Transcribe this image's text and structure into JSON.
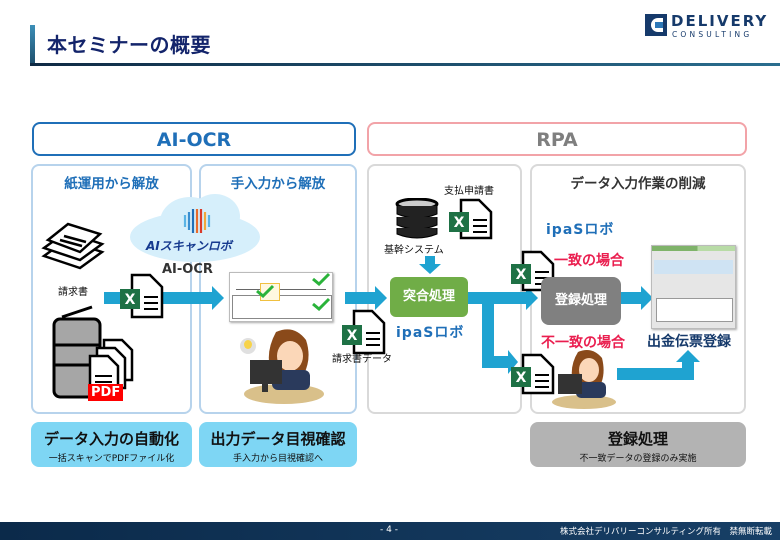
{
  "header": {
    "title": "本セミナーの概要",
    "logo_line1": "DELIVERY",
    "logo_line2": "CONSULTING"
  },
  "sections": {
    "ocr": {
      "label": "AI-OCR",
      "color": "#1f6fb8"
    },
    "rpa": {
      "label": "RPA",
      "color": "#f2a3a8"
    }
  },
  "panels": [
    {
      "heading": "紙運用から解放",
      "labels": {
        "invoice": "請求書",
        "pdf": "PDF"
      }
    },
    {
      "heading": "手入力から解放",
      "labels": {
        "product": "AIスキャンロボ",
        "engine": "AI-OCR",
        "invoice_data": "請求書データ"
      }
    },
    {
      "heading": "",
      "labels": {
        "payment_request": "支払申請書",
        "core_system": "基幹システム",
        "matching": "突合処理",
        "robot": "ipaSロボ"
      }
    },
    {
      "heading": "データ入力作業の削減",
      "labels": {
        "robot": "ipaSロボ",
        "match": "一致の場合",
        "mismatch": "不一致の場合",
        "registration": "登録処理",
        "voucher": "出金伝票登録"
      }
    }
  ],
  "icons": {
    "excel_letter": "X"
  },
  "bottom_boxes": [
    {
      "title": "データ入力の自動化",
      "subtitle": "一括スキャンでPDFファイル化"
    },
    {
      "title": "出力データ目視確認",
      "subtitle": "手入力から目視確認へ"
    },
    {
      "title": "登録処理",
      "subtitle": "不一致データの登録のみ実施"
    }
  ],
  "footer": {
    "page": "- 4 -",
    "copyright": "株式会社デリバリーコンサルティング所有　禁無断転載"
  }
}
